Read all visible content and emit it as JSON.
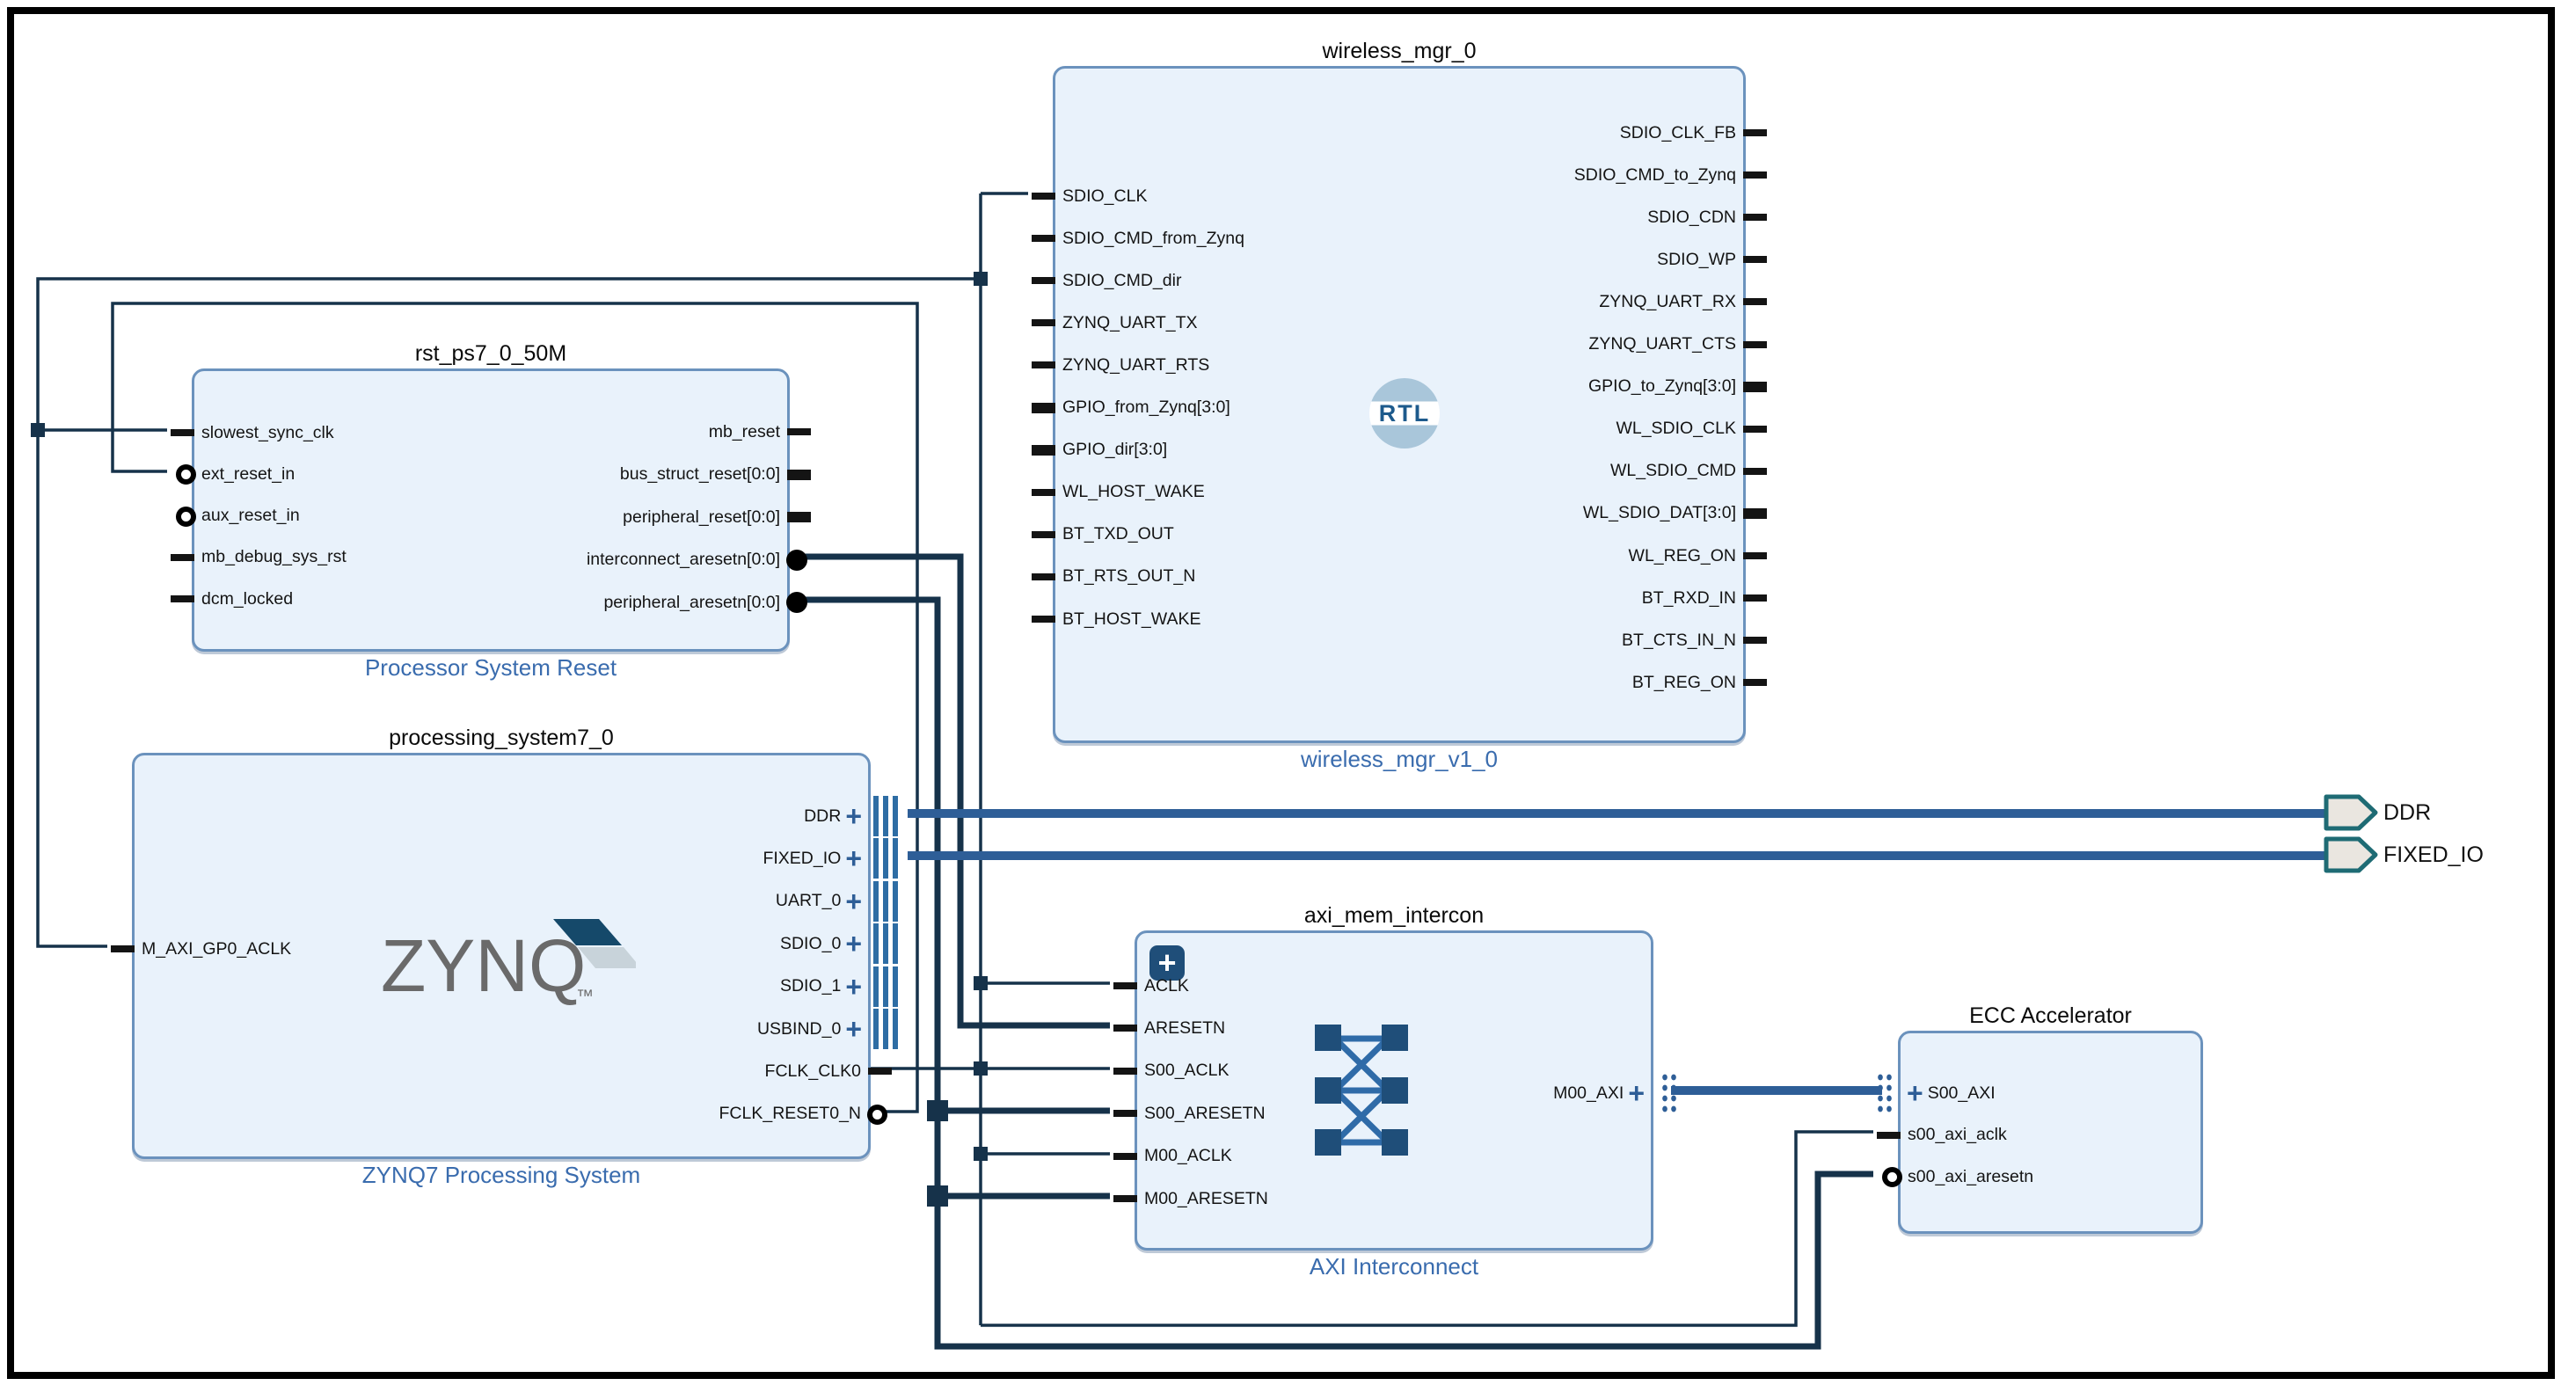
{
  "colors": {
    "block_fill": "#e9f2fb",
    "block_border": "#6b92bd",
    "wire_dark": "#16324a",
    "bus_blue": "#2e5e97",
    "footer_blue": "#3a6cae",
    "ext_port_fill": "#eae6e0",
    "ext_port_border": "#1e6b74",
    "icon_dark_blue": "#1f4e79",
    "logo_gray": "#6a6a6a"
  },
  "blocks": {
    "wireless_mgr": {
      "title": "wireless_mgr_0",
      "footer": "wireless_mgr_v1_0",
      "badge": "RTL",
      "left_ports": [
        {
          "label": "SDIO_CLK",
          "connector": "stub"
        },
        {
          "label": "SDIO_CMD_from_Zynq",
          "connector": "stub"
        },
        {
          "label": "SDIO_CMD_dir",
          "connector": "stub"
        },
        {
          "label": "ZYNQ_UART_TX",
          "connector": "stub"
        },
        {
          "label": "ZYNQ_UART_RTS",
          "connector": "stub"
        },
        {
          "label": "GPIO_from_Zynq[3:0]",
          "connector": "bus"
        },
        {
          "label": "GPIO_dir[3:0]",
          "connector": "bus"
        },
        {
          "label": "WL_HOST_WAKE",
          "connector": "stub"
        },
        {
          "label": "BT_TXD_OUT",
          "connector": "stub"
        },
        {
          "label": "BT_RTS_OUT_N",
          "connector": "stub"
        },
        {
          "label": "BT_HOST_WAKE",
          "connector": "stub"
        }
      ],
      "right_ports": [
        {
          "label": "SDIO_CLK_FB",
          "connector": "stub"
        },
        {
          "label": "SDIO_CMD_to_Zynq",
          "connector": "stub"
        },
        {
          "label": "SDIO_CDN",
          "connector": "stub"
        },
        {
          "label": "SDIO_WP",
          "connector": "stub"
        },
        {
          "label": "ZYNQ_UART_RX",
          "connector": "stub"
        },
        {
          "label": "ZYNQ_UART_CTS",
          "connector": "stub"
        },
        {
          "label": "GPIO_to_Zynq[3:0]",
          "connector": "bus"
        },
        {
          "label": "WL_SDIO_CLK",
          "connector": "stub"
        },
        {
          "label": "WL_SDIO_CMD",
          "connector": "stub"
        },
        {
          "label": "WL_SDIO_DAT[3:0]",
          "connector": "bus"
        },
        {
          "label": "WL_REG_ON",
          "connector": "stub"
        },
        {
          "label": "BT_RXD_IN",
          "connector": "stub"
        },
        {
          "label": "BT_CTS_IN_N",
          "connector": "stub"
        },
        {
          "label": "BT_REG_ON",
          "connector": "stub"
        }
      ]
    },
    "rst": {
      "title": "rst_ps7_0_50M",
      "footer": "Processor System Reset",
      "left_ports": [
        {
          "label": "slowest_sync_clk",
          "connector": "stub"
        },
        {
          "label": "ext_reset_in",
          "connector": "ring"
        },
        {
          "label": "aux_reset_in",
          "connector": "ring"
        },
        {
          "label": "mb_debug_sys_rst",
          "connector": "stub"
        },
        {
          "label": "dcm_locked",
          "connector": "stub"
        }
      ],
      "right_ports": [
        {
          "label": "mb_reset",
          "connector": "stub"
        },
        {
          "label": "bus_struct_reset[0:0]",
          "connector": "bus"
        },
        {
          "label": "peripheral_reset[0:0]",
          "connector": "bus"
        },
        {
          "label": "interconnect_aresetn[0:0]",
          "connector": "dot"
        },
        {
          "label": "peripheral_aresetn[0:0]",
          "connector": "dot"
        }
      ]
    },
    "ps7": {
      "title": "processing_system7_0",
      "footer": "ZYNQ7 Processing System",
      "logo": "ZYNQ",
      "logo_tm": "™",
      "left_ports": [
        {
          "label": "M_AXI_GP0_ACLK",
          "connector": "stub"
        }
      ],
      "right_ports": [
        {
          "label": "DDR",
          "connector": "iface-hatch"
        },
        {
          "label": "FIXED_IO",
          "connector": "iface-hatch"
        },
        {
          "label": "UART_0",
          "connector": "iface-hatch"
        },
        {
          "label": "SDIO_0",
          "connector": "iface-hatch"
        },
        {
          "label": "SDIO_1",
          "connector": "iface-hatch"
        },
        {
          "label": "USBIND_0",
          "connector": "iface-hatch"
        },
        {
          "label": "FCLK_CLK0",
          "connector": "stub"
        },
        {
          "label": "FCLK_RESET0_N",
          "connector": "ring"
        }
      ]
    },
    "intercon": {
      "title": "axi_mem_intercon",
      "footer": "AXI Interconnect",
      "expand_icon": "+",
      "left_ports": [
        {
          "label": "ACLK",
          "connector": "stub"
        },
        {
          "label": "ARESETN",
          "connector": "stub"
        },
        {
          "label": "S00_ACLK",
          "connector": "stub"
        },
        {
          "label": "S00_ARESETN",
          "connector": "stub"
        },
        {
          "label": "M00_ACLK",
          "connector": "stub"
        },
        {
          "label": "M00_ARESETN",
          "connector": "stub"
        }
      ],
      "right_ports": [
        {
          "label": "M00_AXI",
          "connector": "iface-dots"
        }
      ]
    },
    "ecc": {
      "title": "ECC Accelerator",
      "left_ports": [
        {
          "label": "S00_AXI",
          "connector": "iface-dots"
        },
        {
          "label": "s00_axi_aclk",
          "connector": "stub"
        },
        {
          "label": "s00_axi_aresetn",
          "connector": "ring"
        }
      ]
    }
  },
  "external_ports": [
    {
      "label": "DDR"
    },
    {
      "label": "FIXED_IO"
    }
  ]
}
